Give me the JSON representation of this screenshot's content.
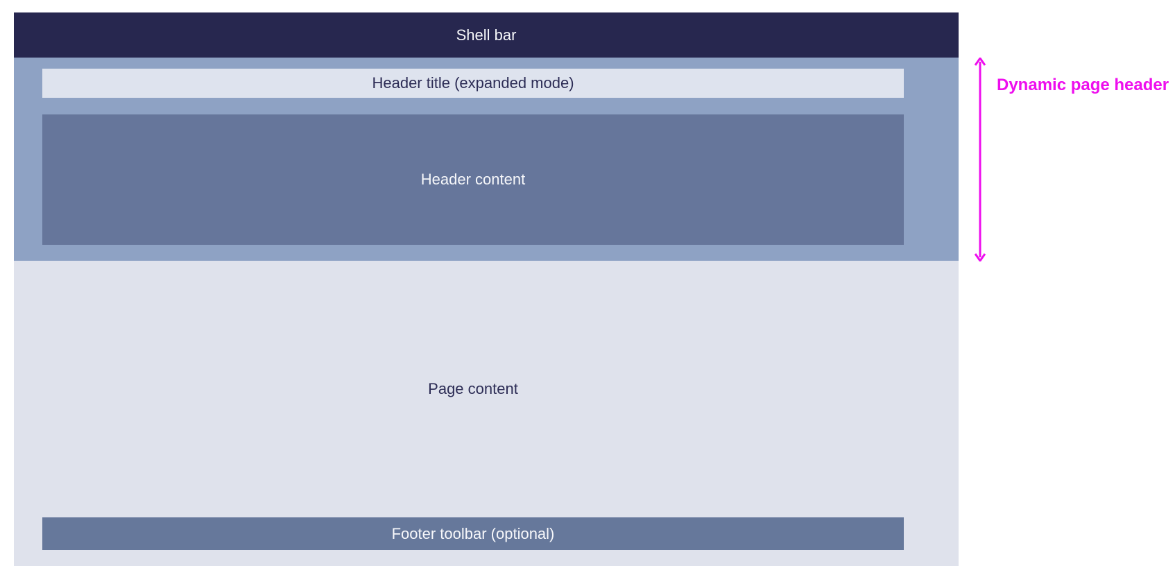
{
  "diagram": {
    "shell_bar": {
      "label": "Shell bar"
    },
    "header": {
      "title": {
        "label": "Header title (expanded mode)"
      },
      "content": {
        "label": "Header content"
      }
    },
    "page": {
      "label": "Page content",
      "footer": {
        "label": "Footer toolbar (optional)"
      }
    }
  },
  "annotation": {
    "label": "Dynamic page header",
    "arrow_icon": "vertical-double-arrow-icon"
  },
  "colors": {
    "shell-bar-bg": "#27274F",
    "header-region-bg": "#8EA2C4",
    "header-title-bg": "#DEE3EE",
    "header-content-bg": "#66769B",
    "page-bg": "#DFE2EC",
    "footer-bg": "#66789B",
    "light-text": "#F6F7FA",
    "dark-text": "#2C2C55",
    "annotation": "#EE0EEE"
  }
}
